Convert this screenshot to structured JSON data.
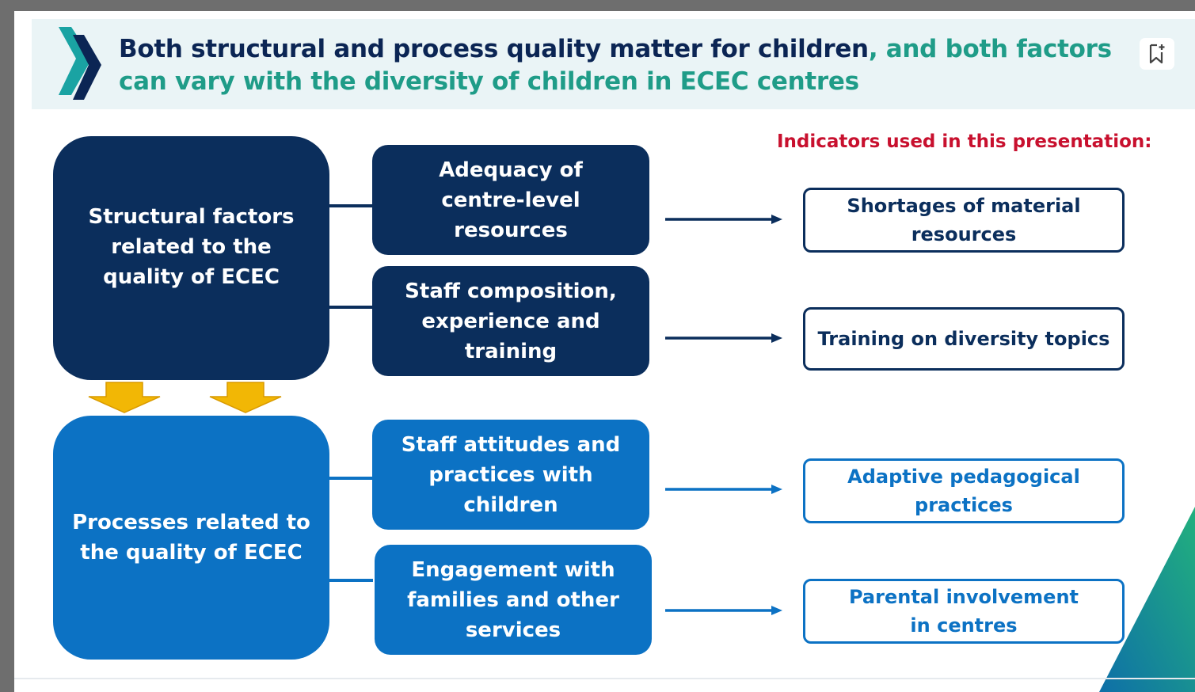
{
  "title": {
    "part1": "Both structural and process quality matter for children",
    "part2": ", and both factors can vary with the diversity of children in ECEC centres"
  },
  "left_boxes": {
    "structural": "Structural factors related to the quality of ECEC",
    "processes": "Processes related to the quality of ECEC"
  },
  "middle_boxes": [
    "Adequacy of centre-level resources",
    "Staff composition, experience and training",
    "Staff attitudes and practices with children",
    "Engagement with families and other services"
  ],
  "indicators": {
    "heading": "Indicators used in this presentation:",
    "items": [
      "Shortages of material resources",
      "Training on diversity topics",
      "Adaptive pedagogical practices",
      "Parental involvement in centres"
    ]
  },
  "colors": {
    "navy": "#0b2e5c",
    "blue": "#0c72c4",
    "teal": "#1f9c88",
    "red": "#c8102e",
    "arrow_yellow": "#f2b705"
  },
  "icons": [
    "oecd-logo-icon",
    "bookmark-icon",
    "arrow-right-icon",
    "arrow-down-icon"
  ]
}
